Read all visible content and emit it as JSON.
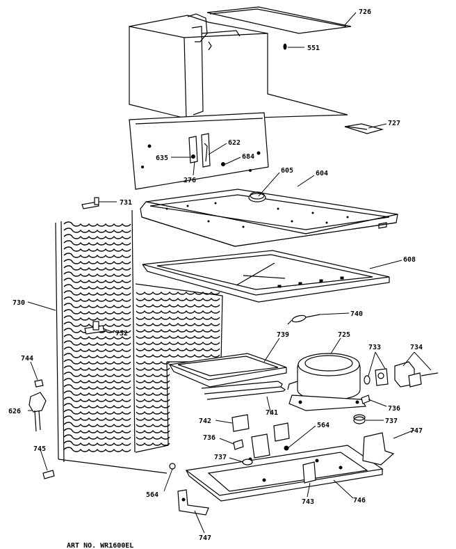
{
  "diagram": {
    "caption": "ART NO. WR1600EL",
    "callouts": [
      {
        "id": "726",
        "text": "726"
      },
      {
        "id": "551",
        "text": "551"
      },
      {
        "id": "727",
        "text": "727"
      },
      {
        "id": "622",
        "text": "622"
      },
      {
        "id": "635",
        "text": "635"
      },
      {
        "id": "684",
        "text": "684"
      },
      {
        "id": "276",
        "text": "276"
      },
      {
        "id": "605",
        "text": "605"
      },
      {
        "id": "604",
        "text": "604"
      },
      {
        "id": "731",
        "text": "731"
      },
      {
        "id": "608",
        "text": "608"
      },
      {
        "id": "730",
        "text": "730"
      },
      {
        "id": "740",
        "text": "740"
      },
      {
        "id": "732",
        "text": "732"
      },
      {
        "id": "739",
        "text": "739"
      },
      {
        "id": "725",
        "text": "725"
      },
      {
        "id": "733",
        "text": "733"
      },
      {
        "id": "734",
        "text": "734"
      },
      {
        "id": "744",
        "text": "744"
      },
      {
        "id": "741",
        "text": "741"
      },
      {
        "id": "736a",
        "text": "736"
      },
      {
        "id": "626",
        "text": "626"
      },
      {
        "id": "742",
        "text": "742"
      },
      {
        "id": "564a",
        "text": "564"
      },
      {
        "id": "737a",
        "text": "737"
      },
      {
        "id": "747a",
        "text": "747"
      },
      {
        "id": "736b",
        "text": "736"
      },
      {
        "id": "745",
        "text": "745"
      },
      {
        "id": "737b",
        "text": "737"
      },
      {
        "id": "564b",
        "text": "564"
      },
      {
        "id": "743",
        "text": "743"
      },
      {
        "id": "746",
        "text": "746"
      },
      {
        "id": "747b",
        "text": "747"
      }
    ]
  }
}
